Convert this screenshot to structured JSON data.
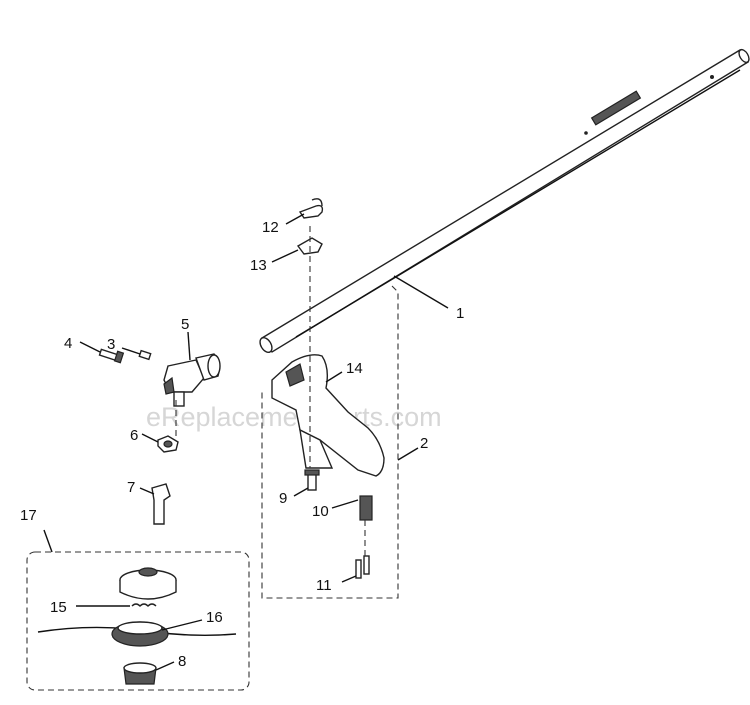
{
  "watermark": "eReplacementParts.com",
  "callouts": {
    "c1": "1",
    "c2": "2",
    "c3": "3",
    "c4": "4",
    "c5": "5",
    "c6": "6",
    "c7": "7",
    "c8": "8",
    "c9": "9",
    "c10": "10",
    "c11": "11",
    "c12": "12",
    "c13": "13",
    "c14": "14",
    "c15": "15",
    "c16": "16",
    "c17": "17"
  }
}
